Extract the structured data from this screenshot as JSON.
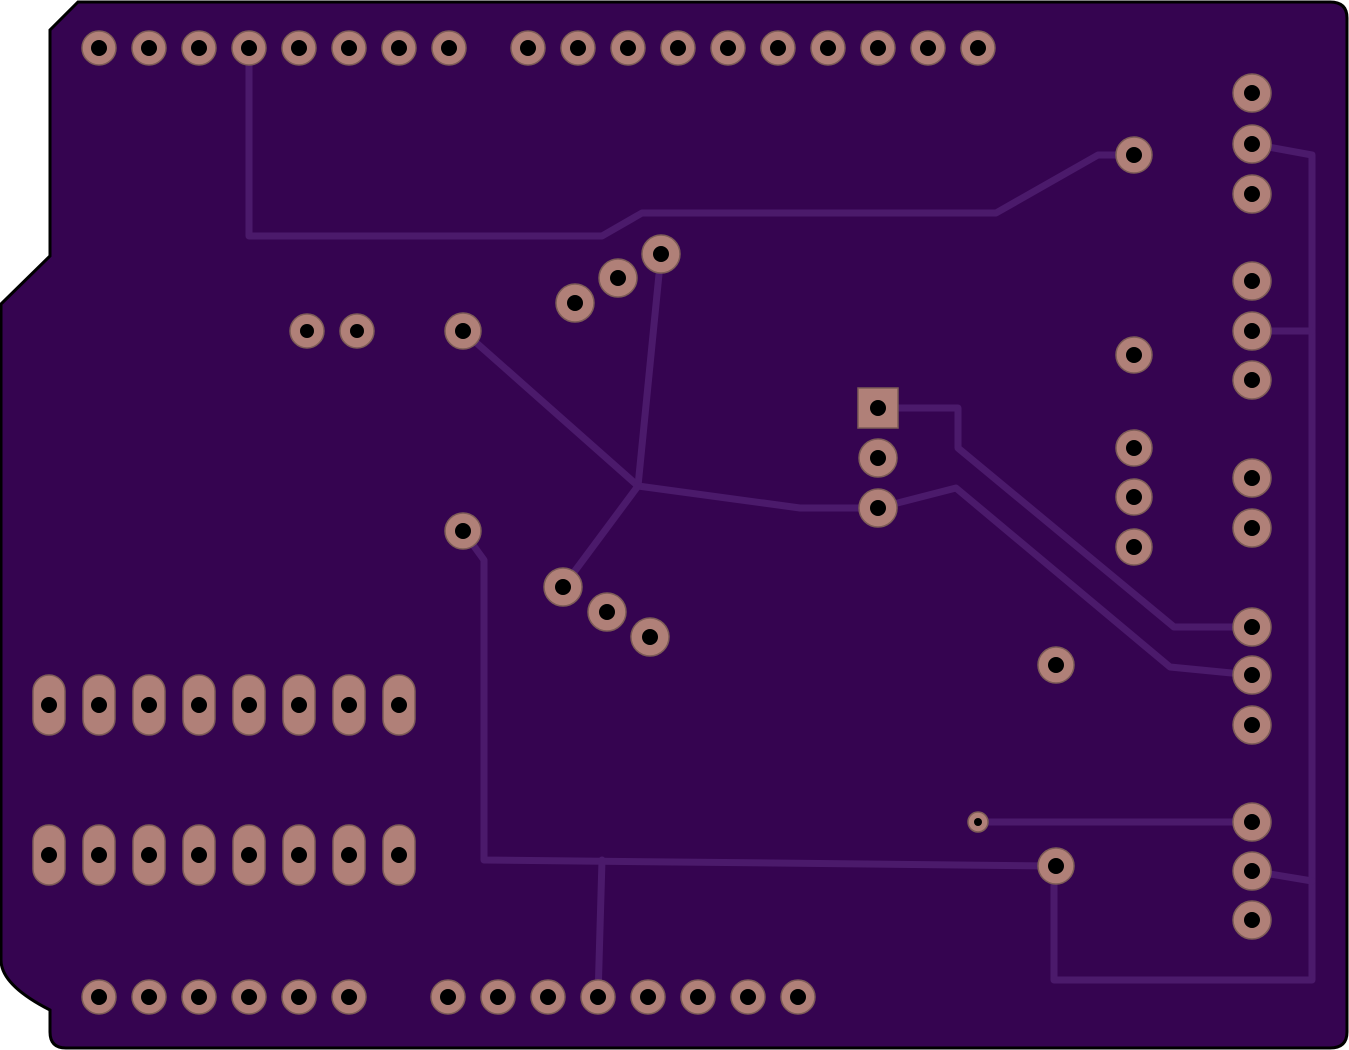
{
  "board": {
    "substrate_color": "#350450",
    "outline_color": "#000000",
    "trace_color": "#4b1a6b",
    "pad_color": "#b08078",
    "pad_edge_color": "#7d5c57",
    "drill_color": "#000000"
  },
  "components": {
    "header_top_left": "header-pins",
    "header_top_right": "header-pins",
    "header_bottom_left": "header-pins",
    "header_bottom_right": "header-pins",
    "dip_upper": "dip-pads",
    "dip_lower": "dip-pads",
    "right_column": "header-pins",
    "transistor_pads": "to92-pads",
    "square_pad_connector": "connector-pads"
  }
}
